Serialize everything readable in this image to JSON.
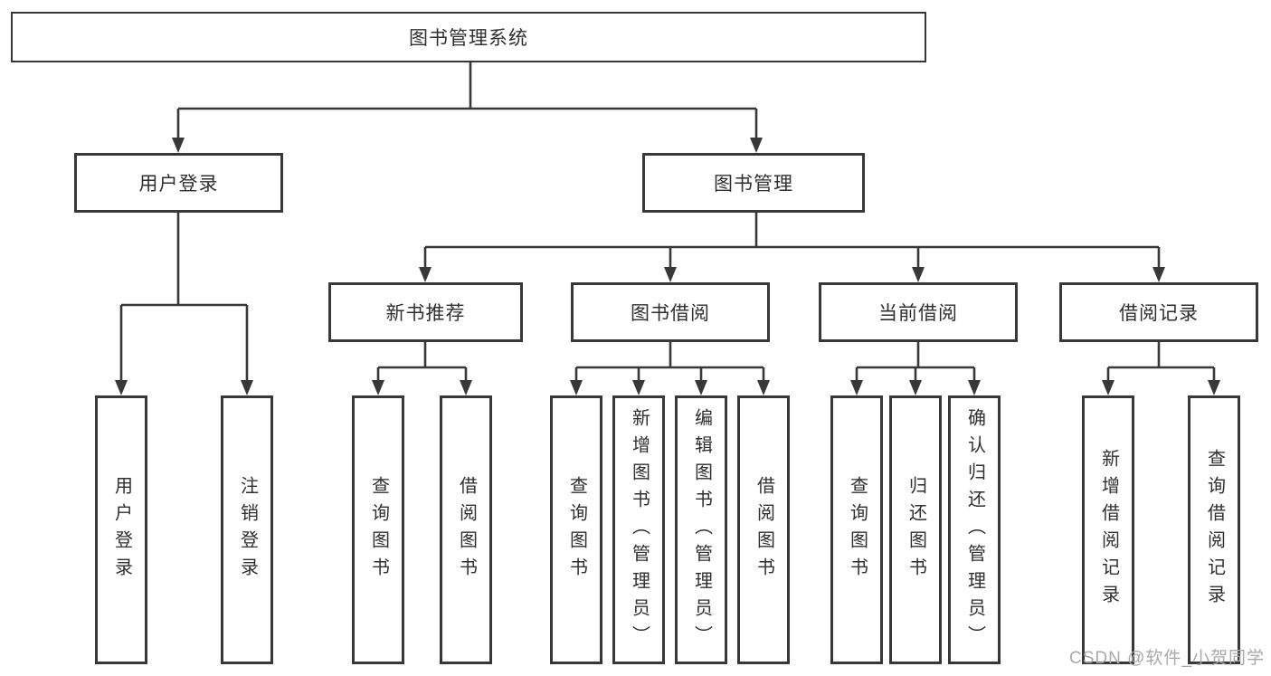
{
  "watermark": "CSDN @软件_小贺同学",
  "colors": {
    "line": "#383838",
    "text": "#2f2f2f",
    "background": "#ffffff",
    "watermark": "#a9a9a9"
  },
  "tree": {
    "label": "图书管理系统",
    "children": [
      {
        "label": "用户登录",
        "children": [
          {
            "label": "用户登录"
          },
          {
            "label": "注销登录"
          }
        ]
      },
      {
        "label": "图书管理",
        "children": [
          {
            "label": "新书推荐",
            "children": [
              {
                "label": "查询图书"
              },
              {
                "label": "借阅图书"
              }
            ]
          },
          {
            "label": "图书借阅",
            "children": [
              {
                "label": "查询图书"
              },
              {
                "label": "新增图书（管理员）"
              },
              {
                "label": "编辑图书（管理员）"
              },
              {
                "label": "借阅图书"
              }
            ]
          },
          {
            "label": "当前借阅",
            "children": [
              {
                "label": "查询图书"
              },
              {
                "label": "归还图书"
              },
              {
                "label": "确认归还（管理员）"
              }
            ]
          },
          {
            "label": "借阅记录",
            "children": [
              {
                "label": "新增借阅记录"
              },
              {
                "label": "查询借阅记录"
              }
            ]
          }
        ]
      }
    ]
  }
}
